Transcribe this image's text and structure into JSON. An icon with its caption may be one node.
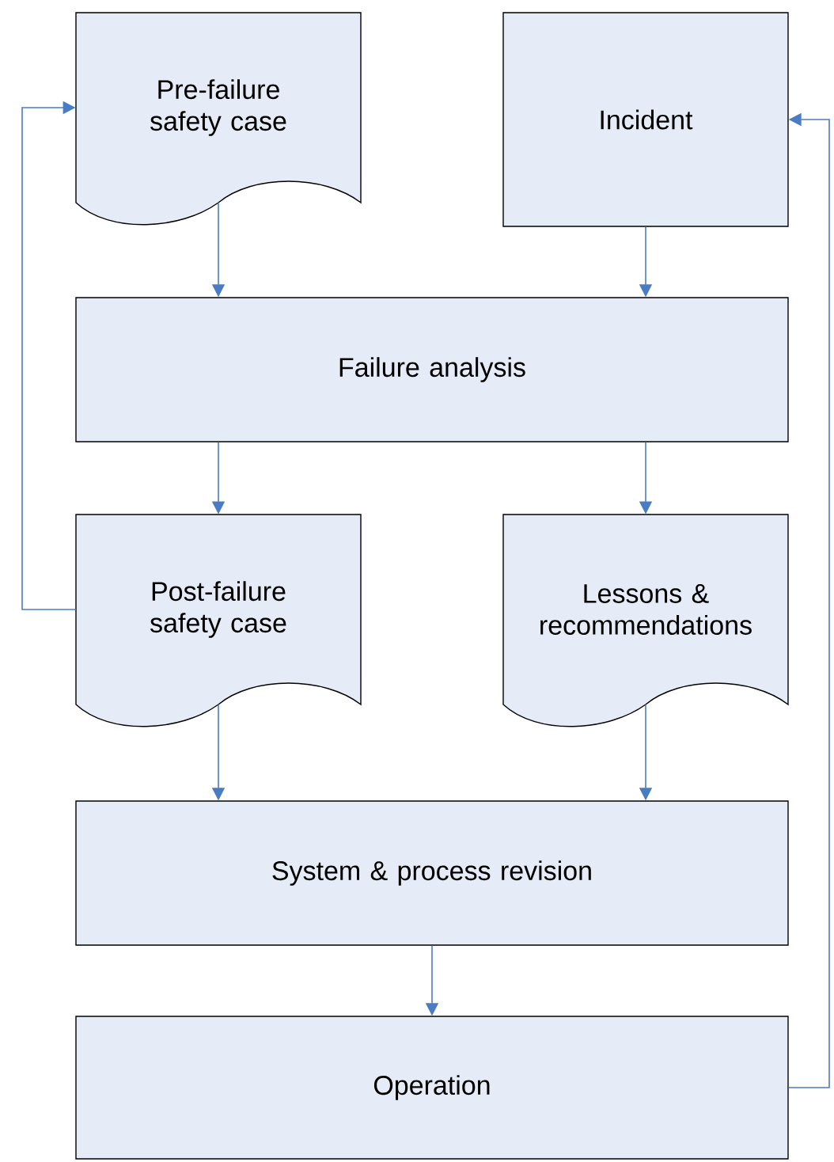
{
  "diagram": {
    "nodes": [
      {
        "text": [
          "Pre-failure safety case"
        ]
      },
      {
        "text": [
          "Incident"
        ]
      },
      {
        "text": [
          "Failure analysis"
        ]
      },
      {
        "text": [
          "Post-failure safety case"
        ]
      },
      {
        "text": [
          "Lessons & recommendations"
        ]
      },
      {
        "text": [
          "System & process revision"
        ]
      },
      {
        "text": [
          "Operation"
        ]
      }
    ],
    "edges": [
      {
        "from": 0,
        "to": 2,
        "arrow": "to"
      },
      {
        "from": 1,
        "to": 2,
        "arrow": "to"
      },
      {
        "from": 2,
        "to": 3,
        "arrow": "to"
      },
      {
        "from": 2,
        "to": 4,
        "arrow": "to"
      },
      {
        "from": 3,
        "to": 0,
        "arrow": "to"
      },
      {
        "from": 3,
        "to": 5,
        "arrow": "to"
      },
      {
        "from": 4,
        "to": 5,
        "arrow": "to"
      },
      {
        "from": 5,
        "to": 6,
        "arrow": "to"
      },
      {
        "from": 6,
        "to": 1,
        "arrow": "to"
      }
    ]
  }
}
